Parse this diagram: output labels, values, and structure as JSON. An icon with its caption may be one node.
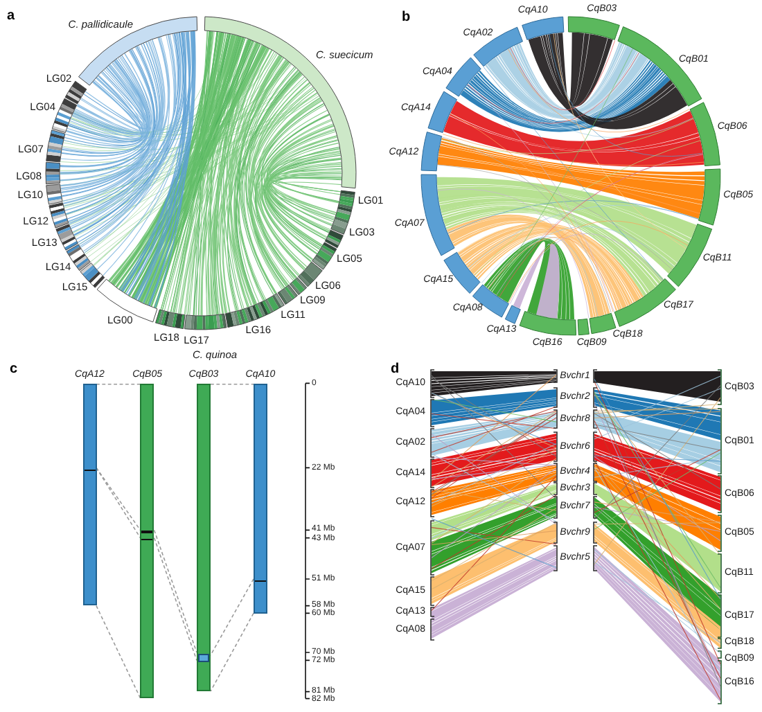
{
  "diagram": {
    "nodes": [
      {
        "text": [
          "CqA12"
        ]
      },
      {
        "text": [
          "CqB05"
        ]
      },
      {
        "text": [
          "CqB03"
        ]
      },
      {
        "text": [
          "CqA10"
        ]
      }
    ],
    "edges": [
      {
        "from": 0,
        "to": 1,
        "arrow": "none",
        "style": "dashed"
      },
      {
        "from": 2,
        "to": 3,
        "arrow": "none",
        "style": "dashed"
      },
      {
        "from": 0,
        "to": 1,
        "arrow": "none",
        "style": "dashed"
      },
      {
        "from": 0,
        "to": 1,
        "arrow": "none",
        "style": "dashed"
      },
      {
        "from": 1,
        "to": 2,
        "arrow": "none",
        "style": "dashed"
      },
      {
        "from": 1,
        "to": 2,
        "arrow": "none",
        "style": "dashed"
      },
      {
        "from": 3,
        "to": 2,
        "arrow": "none",
        "style": "dashed"
      },
      {
        "from": 0,
        "to": 1,
        "arrow": "none",
        "style": "dashed"
      },
      {
        "from": 3,
        "to": 2,
        "arrow": "none",
        "style": "dashed"
      }
    ],
    "labels": [
      "a",
      "C. pallidicaule",
      "C. suecicum",
      "LG02",
      "LG04",
      "LG07",
      "LG08",
      "LG10",
      "LG12",
      "LG13",
      "LG14",
      "LG15",
      "LG00",
      "LG18",
      "LG17",
      "LG16",
      "LG11",
      "LG09",
      "LG06",
      "LG05",
      "LG03",
      "LG01",
      "C. quinoa",
      "b",
      "CqA10",
      "CqB03",
      "CqA02",
      "CqB01",
      "CqA04",
      "CqA14",
      "CqB06",
      "CqA12",
      "CqB05",
      "CqA07",
      "CqB11",
      "CqA15",
      "CqA08",
      "CqB17",
      "CqA13",
      "CqB16",
      "CqB09",
      "CqB18",
      "c",
      "0",
      "22 Mb",
      "41 Mb",
      "43 Mb",
      "51 Mb",
      "58 Mb",
      "60 Mb",
      "70 Mb",
      "72 Mb",
      "81 Mb",
      "82 Mb",
      "d",
      "CqA10",
      "CqA04",
      "CqA02",
      "CqA14",
      "CqA12",
      "CqA07",
      "CqA15",
      "CqA13",
      "CqA08",
      "Bvchr1",
      "Bvchr2",
      "Bvchr8",
      "Bvchr6",
      "Bvchr4",
      "Bvchr3",
      "Bvchr7",
      "Bvchr9",
      "Bvchr5",
      "CqB03",
      "CqB01",
      "CqB06",
      "CqB05",
      "CqB11",
      "CqB17",
      "CqB18",
      "CqB09",
      "CqB16"
    ]
  }
}
